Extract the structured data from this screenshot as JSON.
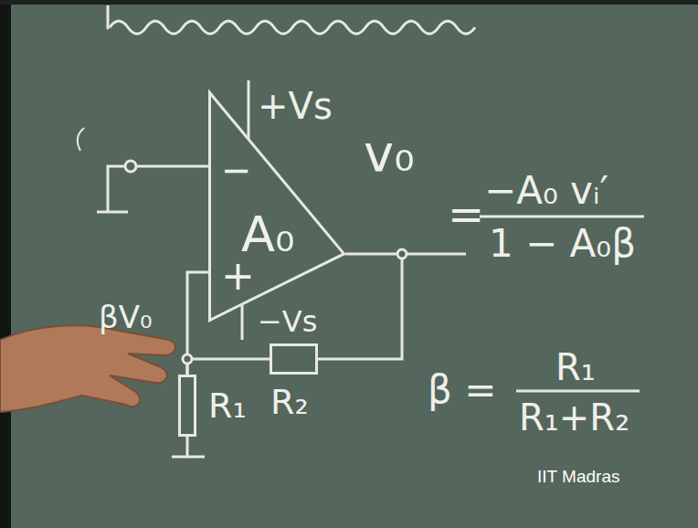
{
  "diagram": {
    "nodes": [
      {
        "text": [
          "−",
          "A₀",
          "+"
        ]
      },
      {
        "text": [
          "R₂"
        ]
      },
      {
        "text": [
          "R₁"
        ]
      }
    ],
    "edges": [
      {
        "from": 0,
        "to": 1,
        "arrow": "none"
      },
      {
        "from": 1,
        "to": 2,
        "arrow": "none"
      },
      {
        "from": 0,
        "to": 2,
        "arrow": "none"
      }
    ],
    "labels": [
      "+Vs",
      "v₀",
      "=",
      "−A₀ vᵢ′",
      "1 − A₀β",
      "βV₀",
      "−Vs",
      "β =",
      "R₁",
      "R₁+R₂",
      "IIT Madras"
    ]
  }
}
